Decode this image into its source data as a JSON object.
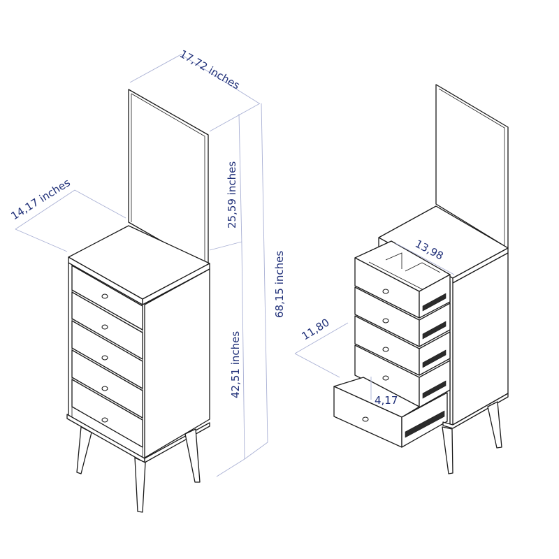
{
  "diagram": {
    "type": "product-dimension-drawing",
    "subject": "Vanity dresser with mirror, 5 drawers, tapered legs",
    "colors": {
      "line": "#1a1a1a",
      "dimension_line": "#a9b0d4",
      "dimension_text": "#1f2f78",
      "background": "#ffffff"
    },
    "left_view": {
      "description": "Assembled closed view",
      "drawer_count": 5,
      "dimensions": {
        "width_top": "17,72 inches",
        "depth": "14,17 inches",
        "mirror_height": "25,59 inches",
        "body_height": "42,51 inches",
        "total_height": "68,15 inches"
      }
    },
    "right_view": {
      "description": "Open drawers view showing interior",
      "drawer_count": 5,
      "dimensions": {
        "drawer_inner_width": "13,98",
        "drawer_inner_depth": "11,80",
        "drawer_inner_height": "4,17"
      }
    }
  }
}
